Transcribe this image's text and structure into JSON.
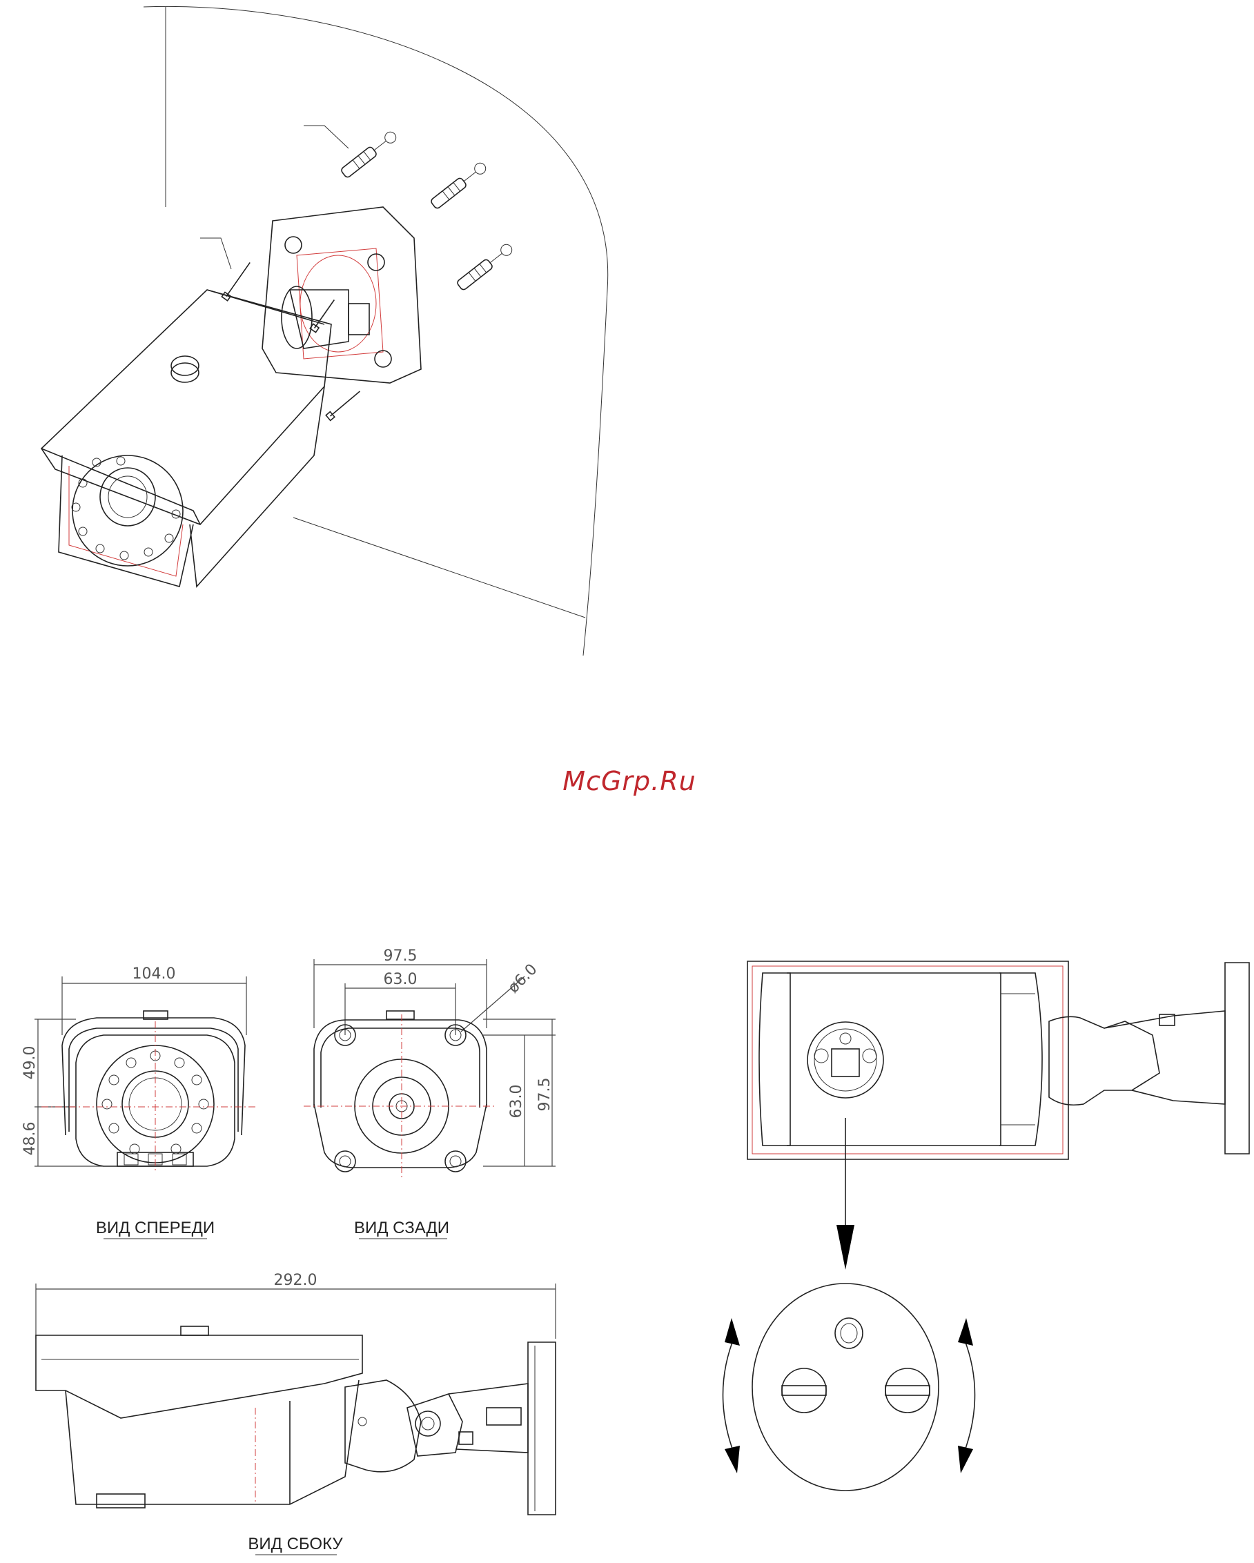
{
  "watermark": "McGrp.Ru",
  "dimensions": {
    "front_width": "104.0",
    "front_top_height": "49.0",
    "front_bottom_height": "48.6",
    "rear_width": "97.5",
    "rear_hole_spacing": "63.0",
    "rear_hole_diameter": "ø6.0",
    "rear_vertical_spacing": "63.0",
    "rear_height": "97.5",
    "side_length": "292.0"
  },
  "labels": {
    "front_view": "ВИД СПЕРЕДИ",
    "rear_view": "ВИД СЗАДИ",
    "side_view": "ВИД СБОКУ"
  }
}
